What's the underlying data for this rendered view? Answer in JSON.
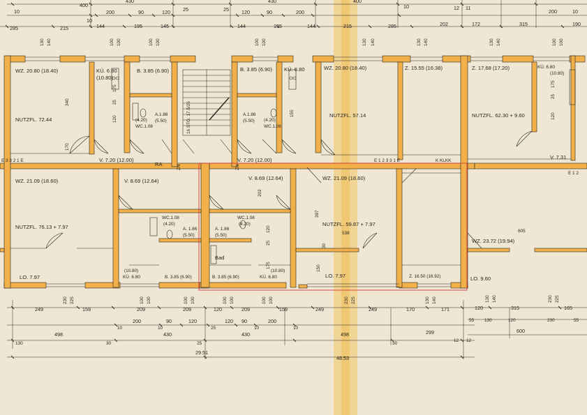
{
  "plan": {
    "colors": {
      "paper": "#efe6d3",
      "wall": "#f1b04a",
      "line": "#2a2620",
      "highlight": "#d63a3a",
      "fold": "#f3c766"
    },
    "rooms": {
      "wz_tl": "WZ. 20.80 (18.40)",
      "kue_tl": "KÜ. 6.80",
      "kue_tl_paren": "(10.80)",
      "b_tl": "B. 3.85 (6.90)",
      "nutzfl_tl": "NUTZFL. 72.44",
      "a_tl": "A.1.86",
      "a_tl_paren": "(5.50)",
      "wc_tl_paren": "(4.20)",
      "wc_tl": "WC.1.08",
      "v_tl": "V. 7.20 (12.00)",
      "ra": "RA",
      "b_tc": "B. 3.85 (6.90)",
      "kue_tc": "KÜ. 6.80",
      "a_tc": "A.1.86",
      "a_tc_paren": "(5.50)",
      "wc_tc_paren": "(4.20)",
      "wc_tc": "WC.1.08",
      "v_tc": "V. 7.20 (12.00)",
      "wz_tc": "WZ. 20.80 (18.40)",
      "nutzfl_tc": "NUTZFL. 57.14",
      "z_tr": "Z. 15.55 (16.38)",
      "z_r": "Z. 17.68 (17.20)",
      "nutzfl_r": "NUTZFL. 62.30 + 9.60",
      "kue_r": "KÜ. 6.80",
      "kue_r_paren": "(10.80)",
      "v_r": "V. 7.31",
      "label_e_left": "E 3 3 2 1 E",
      "label_e_mid": "E 1 2 3 3 1 E",
      "label_kk": "K KLKK",
      "label_e_right": "E 1 2",
      "wz_bl": "WZ. 21.09 (18.60)",
      "nutzfl_bl": "NUTZFL. 76.13 + 7.97",
      "v_bl": "V. 8.69 (12.64)",
      "wc_bl": "WC.1.08",
      "wc_bl_paren": "(4.20)",
      "a_bl": "A. 1.86",
      "a_bl_paren": "(5.50)",
      "kue_bl_paren": "(10.80)",
      "kue_bl": "KÜ. 6.80",
      "b_bl": "B. 3.85 (6.90)",
      "lo_bl": "LO. 7.97",
      "v_bc": "V. 8.69 (12.64)",
      "a_bc": "A. 1.86",
      "a_bc_paren": "(5.50)",
      "wc_bc": "WC.1.08",
      "wc_bc_paren": "(4.20)",
      "bad": "Bad",
      "b_bc": "B. 3.85 (6.90)",
      "kue_bc_paren": "(10.80)",
      "kue_bc": "KÜ. 6.80",
      "wz_bc": "WZ. 21.09 (18.60)",
      "nutzfl_bc": "NUTZFL. 59.87 + 7.97",
      "lo_bc": "LO. 7.97",
      "z_bc": "Z. 16.50 (16.92)",
      "wz_br": "WZ. 23.72 (19.94)",
      "lo_br": "LO. 9.60",
      "stair_label": "16 STG. 17.5/26",
      "zn_left": "ZN",
      "zn_right": "ZN"
    },
    "dims_top": {
      "r1_400_left": "400",
      "r1_430_left": "430",
      "r1_25_left": "25",
      "r1_25_right": "25",
      "r1_430_right": "430",
      "r1_400_right": "400",
      "r1_12": "12",
      "r1_11": "11",
      "r1_200_right": "200",
      "r2_10_left": "10",
      "r2_10_a": "10",
      "r2_200": "200",
      "r2_90": "90",
      "r2_120": "120",
      "r2_120_b": "120",
      "r2_90_b": "90",
      "r2_200_b": "200",
      "r2_10_right": "10",
      "r2_10": "10",
      "r3_285": "285",
      "r3_215": "215",
      "r3_144": "144",
      "r3_195": "195",
      "r3_145": "145",
      "r3_144_b": "144",
      "r3_195_b": "195",
      "r3_144_c": "144",
      "r3_215_b": "215",
      "r3_285_b": "285",
      "r3_202": "202",
      "r3_172": "172",
      "r3_315": "315",
      "r3_190": "190",
      "v_130": "130",
      "v_140": "140",
      "v_100": "100",
      "v_100_b": "100",
      "v_100_c": "100",
      "v_100_d": "100",
      "v_100_e": "100",
      "v_100_f": "100",
      "v_130_b": "130",
      "v_140_b": "140",
      "v_130_c": "130",
      "v_140_c": "140",
      "v_130_d": "130",
      "v_140_d": "140",
      "v_100_g": "100",
      "v_100_h": "100"
    },
    "dims_side": {
      "d340": "340",
      "d170": "170",
      "d120": "120",
      "d25": "25",
      "d175": "175",
      "d155": "155",
      "d202": "202",
      "d397": "397",
      "d120b": "120",
      "d25b": "25",
      "d175b": "175",
      "d30": "30",
      "d150": "150",
      "d538": "538",
      "d605": "605",
      "d120r": "120",
      "d175r": "175",
      "d25r": "25"
    },
    "dims_bottom": {
      "row1": [
        "249",
        "159",
        "209",
        "209",
        "120",
        "209",
        "159",
        "249",
        "249",
        "170",
        "171",
        "120",
        "315",
        "165"
      ],
      "v_230": "230",
      "v_225": "225",
      "v_100": "100",
      "v_100b": "100",
      "v_100c": "100",
      "v_100d": "100",
      "v_100e": "100",
      "v_100f": "100",
      "v_100g": "100",
      "v_100h": "100",
      "v_230b": "230",
      "v_225b": "225",
      "v_130": "130",
      "v_140": "140",
      "v_130b": "130",
      "v_140b": "140",
      "v_230c": "230",
      "v_225c": "225",
      "r2_10a": "10",
      "r2_200": "200",
      "r2_10b": "10",
      "r2_90": "90",
      "r2_120": "120",
      "r2_25": "25",
      "r2_120b": "120",
      "r2_90b": "90",
      "r2_200b": "200",
      "r2_10c": "10",
      "r2_10d": "10",
      "r2_55": "55",
      "r2_130": "130",
      "r2_120c": "120",
      "r2_230": "230",
      "r2_55b": "55",
      "r3_498": "498",
      "r3_430": "430",
      "r3_430b": "430",
      "r3_498b": "498",
      "r3_299": "299",
      "r3_600": "600",
      "r4_130": "130",
      "r4_30": "30",
      "r4_25": "25",
      "r4_30b": "30",
      "r4_12": "12",
      "r4_12b": "12",
      "total_2951": "29.51",
      "total_4853": "48.53"
    }
  }
}
